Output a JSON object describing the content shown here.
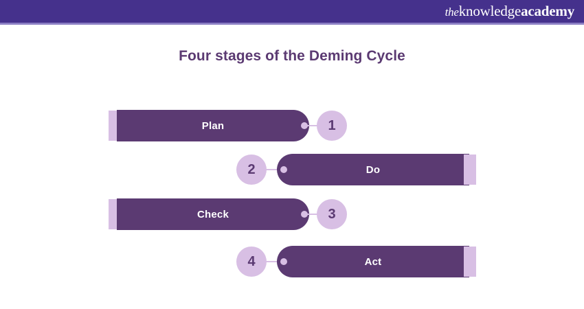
{
  "header": {
    "background_color": "#45318C",
    "logo": {
      "the": "the",
      "knowledge": "knowledge",
      "academy": "academy"
    }
  },
  "title": "Four stages of the Deming Cycle",
  "colors": {
    "header_band": "#45318C",
    "bar_dark_purple": "#5B3A72",
    "accent_light_lavender": "#D8BFE4",
    "title_purple": "#5B3A72",
    "bar_label_text": "#FFFFFF",
    "page_background": "#FFFFFF"
  },
  "stages": [
    {
      "number": "1",
      "label": "Plan",
      "direction": "right"
    },
    {
      "number": "2",
      "label": "Do",
      "direction": "left"
    },
    {
      "number": "3",
      "label": "Check",
      "direction": "right"
    },
    {
      "number": "4",
      "label": "Act",
      "direction": "left"
    }
  ]
}
